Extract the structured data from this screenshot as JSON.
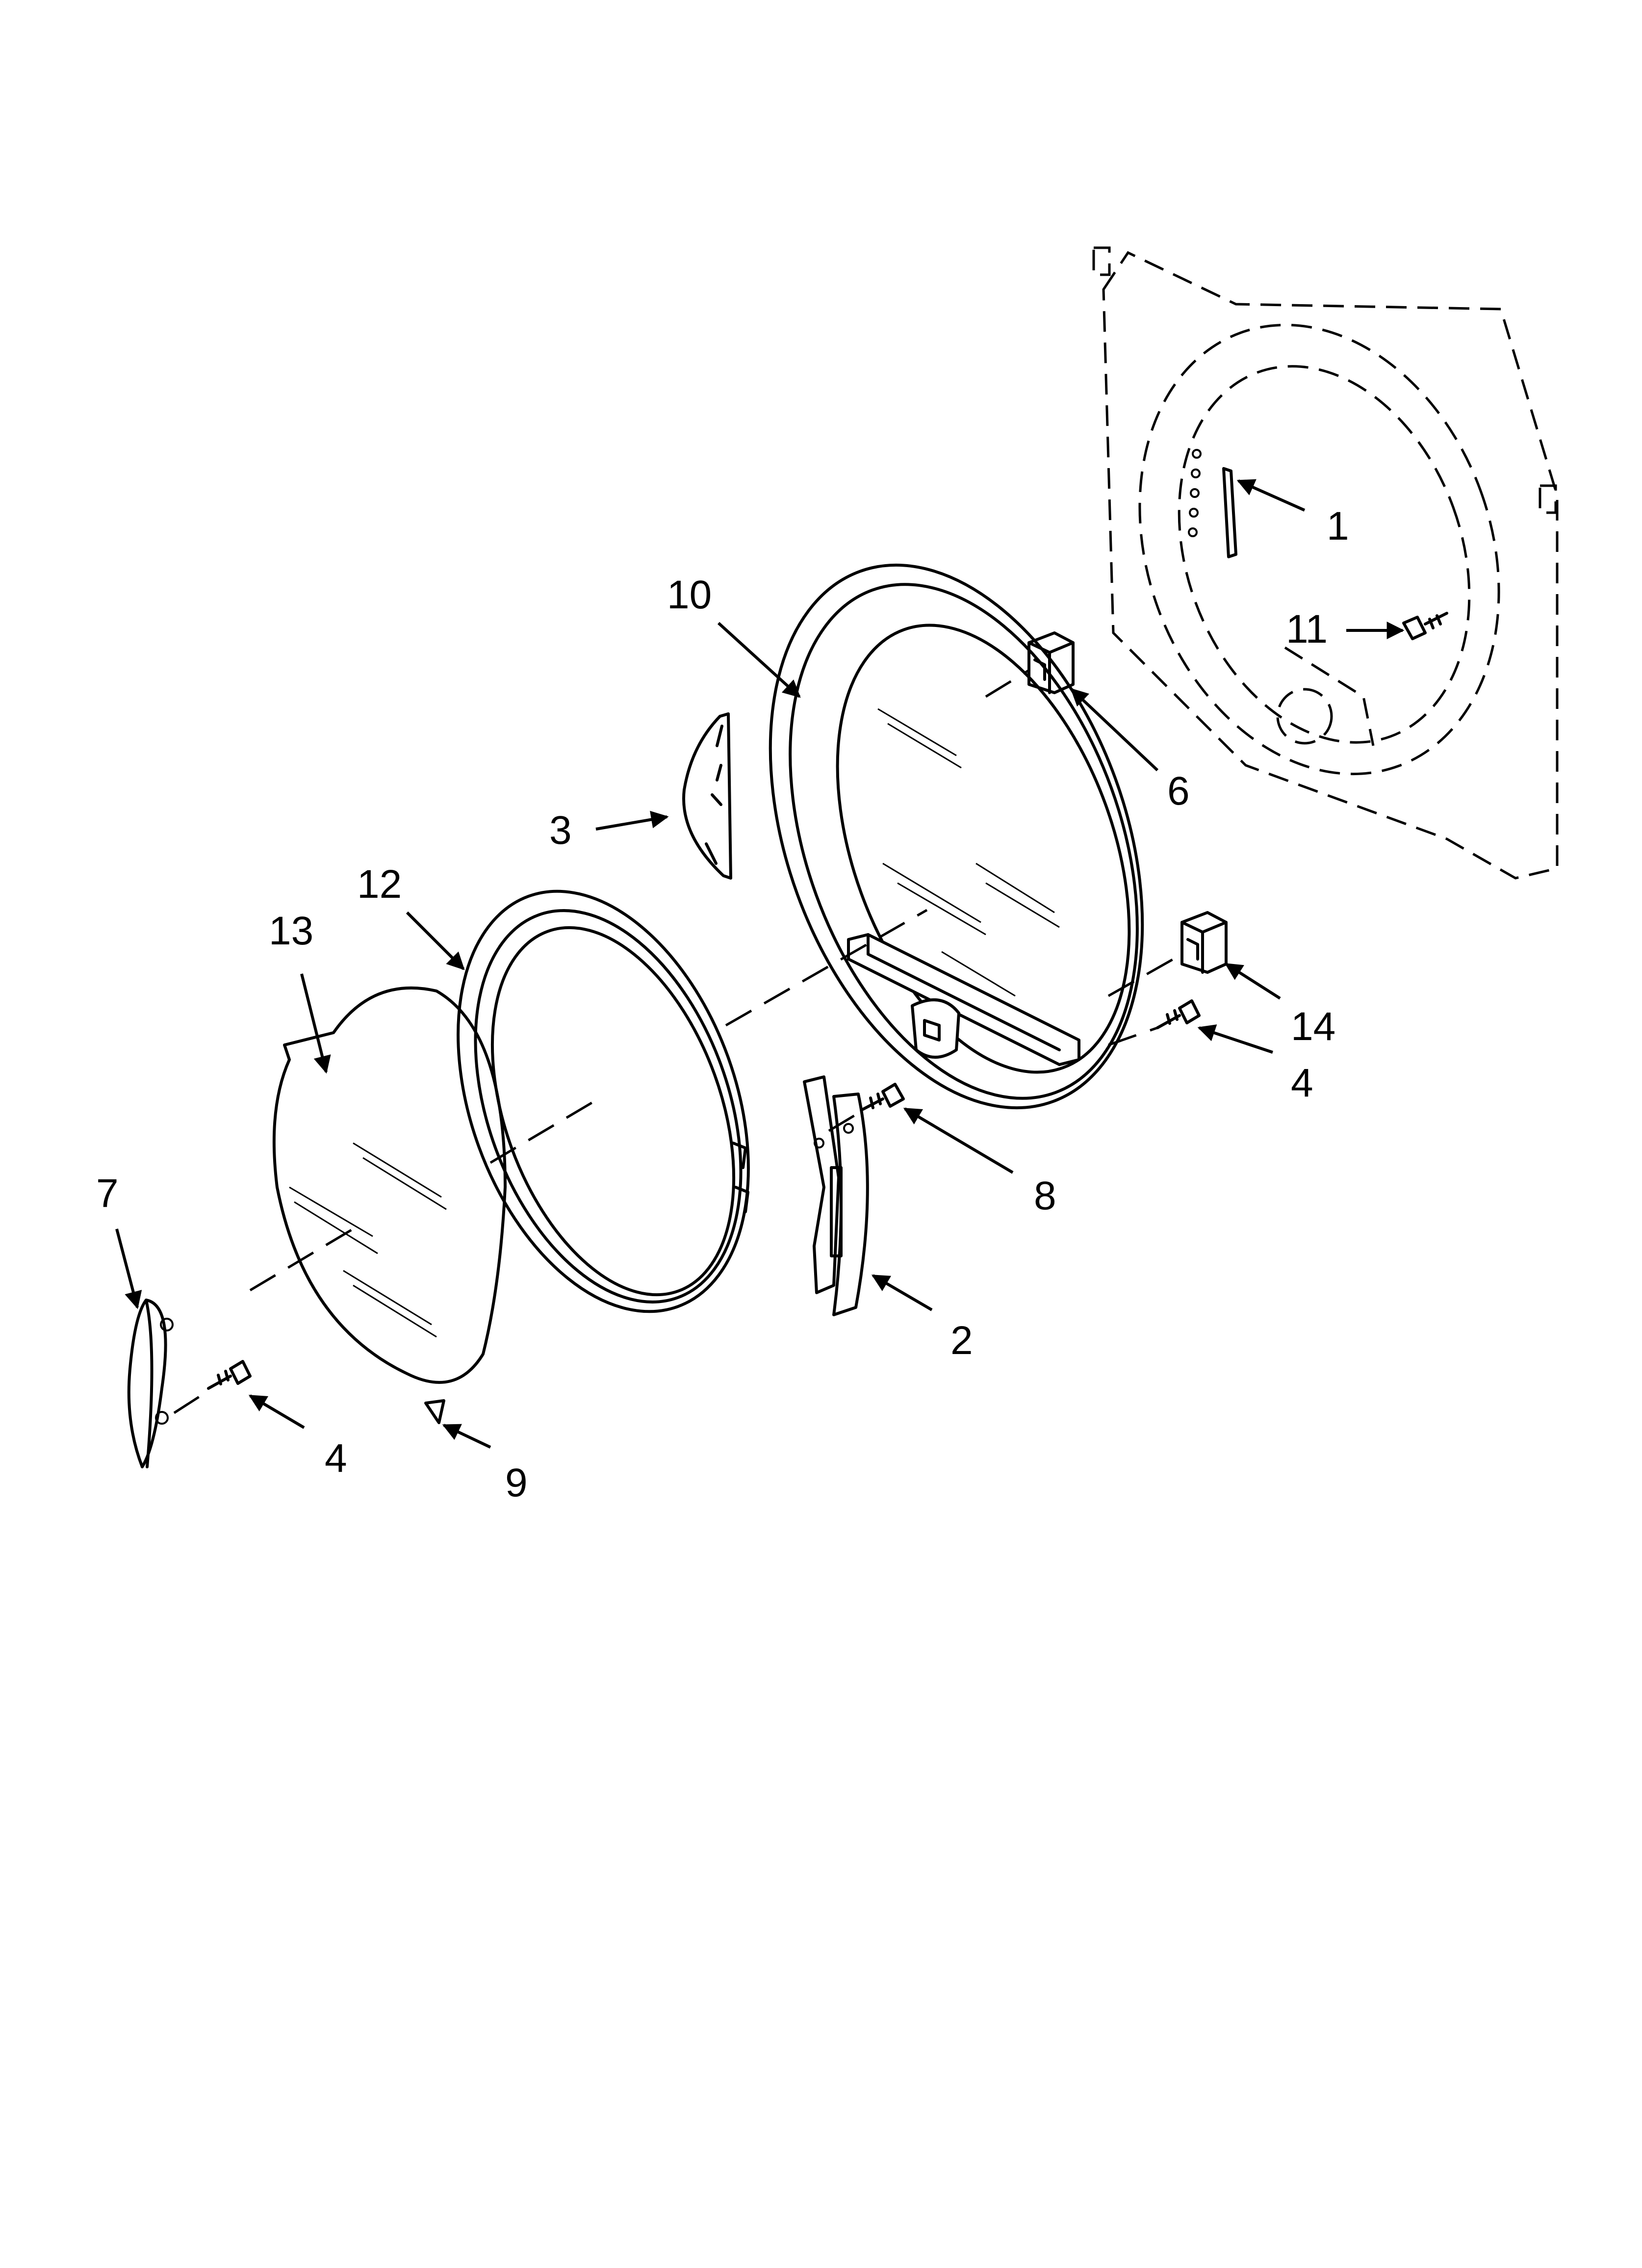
{
  "diagram": {
    "callouts": [
      {
        "id": "c1",
        "label": "1"
      },
      {
        "id": "c11",
        "label": "11"
      },
      {
        "id": "c10",
        "label": "10"
      },
      {
        "id": "c6",
        "label": "6"
      },
      {
        "id": "c3",
        "label": "3"
      },
      {
        "id": "c12",
        "label": "12"
      },
      {
        "id": "c13",
        "label": "13"
      },
      {
        "id": "c14",
        "label": "14"
      },
      {
        "id": "c4a",
        "label": "4"
      },
      {
        "id": "c8",
        "label": "8"
      },
      {
        "id": "c7",
        "label": "7"
      },
      {
        "id": "c2",
        "label": "2"
      },
      {
        "id": "c4b",
        "label": "4"
      },
      {
        "id": "c9",
        "label": "9"
      }
    ]
  }
}
